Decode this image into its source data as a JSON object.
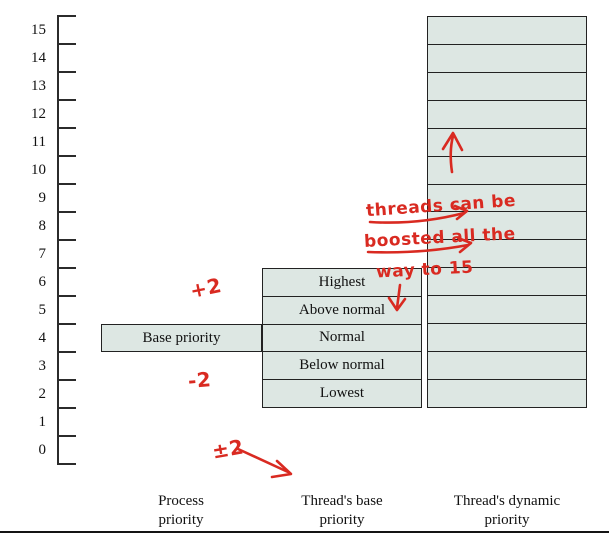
{
  "colors": {
    "cell_fill": "#dde7e3",
    "line": "#2b2b2b",
    "annotation_red": "#d92a21"
  },
  "axis": {
    "labels": [
      "15",
      "14",
      "13",
      "12",
      "11",
      "10",
      "9",
      "8",
      "7",
      "6",
      "5",
      "4",
      "3",
      "2",
      "1",
      "0"
    ]
  },
  "process": {
    "box_label": "Base priority",
    "label_line1": "Process",
    "label_line2": "priority"
  },
  "thread_base": {
    "rows": [
      "Highest",
      "Above normal",
      "Normal",
      "Below normal",
      "Lowest"
    ],
    "label_line1": "Thread's base",
    "label_line2": "priority"
  },
  "thread_dynamic": {
    "cell_count": 14,
    "top_level": 15,
    "bottom_level": 2,
    "label_line1": "Thread's dynamic",
    "label_line2": "priority"
  },
  "annotations": {
    "plus2": "+2",
    "minus2": "-2",
    "plusminus2": "±2",
    "note_line1": "threads can be",
    "note_line2": "boosted all the",
    "note_line3": "way to 15"
  }
}
